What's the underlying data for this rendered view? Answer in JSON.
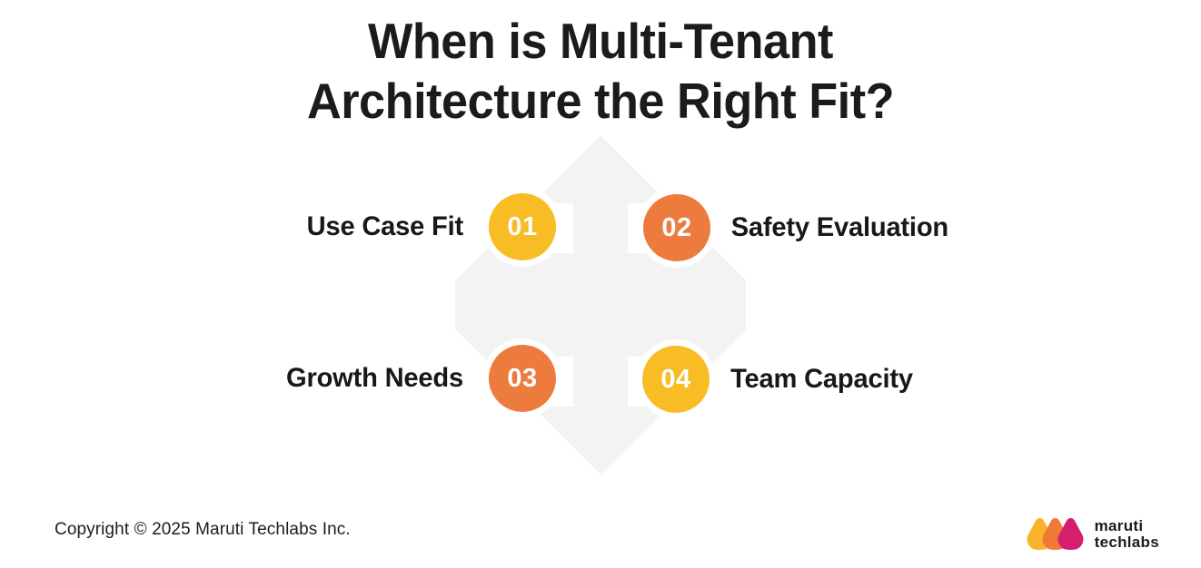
{
  "slide": {
    "background_color": "#FFFFFF",
    "title": {
      "line1": "When is Multi-Tenant",
      "line2": "Architecture the Right Fit?"
    },
    "background_graphic": {
      "icon": "four-way-arrow",
      "color": "#F2F3F2"
    }
  },
  "items": [
    {
      "number": "01",
      "label": "Use Case Fit",
      "color": "#F8BC24",
      "side": "left"
    },
    {
      "number": "02",
      "label": "Safety Evaluation",
      "color": "#ED7B3E",
      "side": "right"
    },
    {
      "number": "03",
      "label": "Growth Needs",
      "color": "#ED7B3E",
      "side": "left"
    },
    {
      "number": "04",
      "label": "Team Capacity",
      "color": "#F8BC24",
      "side": "right"
    }
  ],
  "footer": {
    "copyright": "Copyright © 2025 Maruti Techlabs Inc.",
    "logo": {
      "name_line1": "maruti",
      "name_line2": "techlabs",
      "mark_colors": {
        "yellow": "#F9B429",
        "orange": "#F07A35",
        "magenta": "#D41E6E"
      }
    }
  }
}
